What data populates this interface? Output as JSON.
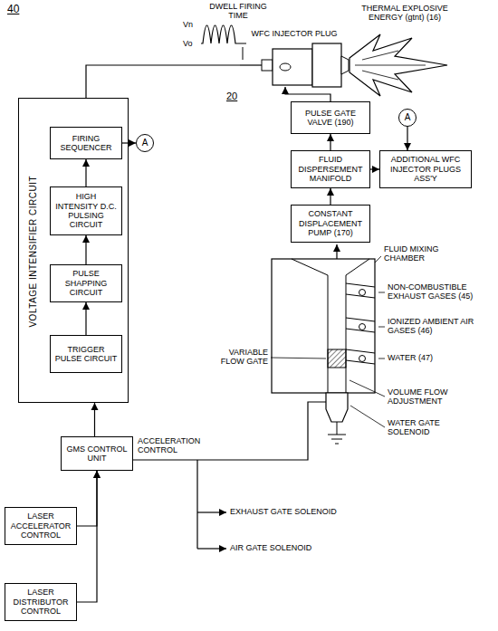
{
  "diagram": {
    "nodes": [
      {
        "text": [
          "VOLTAGE INTENSIFIER CIRCUIT"
        ]
      },
      {
        "text": [
          "FIRING SEQUENCER"
        ],
        "in": 0
      },
      {
        "text": [
          "HIGH INTENSITY D.C. PULSING CIRCUIT"
        ],
        "in": 0
      },
      {
        "text": [
          "PULSE SHAPPING CIRCUIT"
        ],
        "in": 0
      },
      {
        "text": [
          "TRIGGER PULSE CIRCUIT"
        ],
        "in": 0
      },
      {
        "text": [
          "A"
        ]
      },
      {
        "text": [
          "WFC INJECTOR PLUG"
        ]
      },
      {
        "text": [
          "PULSE GATE VALVE (190)"
        ]
      },
      {
        "text": [
          "A"
        ]
      },
      {
        "text": [
          "FLUID DISPERSEMENT MANIFOLD"
        ]
      },
      {
        "text": [
          "ADDITIONAL WFC INJECTOR PLUGS ASS'Y"
        ]
      },
      {
        "text": [
          "CONSTANT DISPLACEMENT PUMP (170)"
        ]
      },
      {
        "text": [
          "GMS CONTROL UNIT"
        ]
      },
      {
        "text": [
          "LASER ACCELERATOR CONTROL"
        ]
      },
      {
        "text": [
          "LASER DISTRIBUTOR CONTROL"
        ]
      }
    ],
    "edges": [
      {
        "from": 4,
        "to": 3,
        "arrow": "to"
      },
      {
        "from": 3,
        "to": 2,
        "arrow": "to"
      },
      {
        "from": 2,
        "to": 1,
        "arrow": "to"
      },
      {
        "from": 1,
        "to": 5,
        "arrow": "to"
      },
      {
        "from": 0,
        "to": 6,
        "arrow": "none"
      },
      {
        "from": 7,
        "to": 6,
        "arrow": "to"
      },
      {
        "from": 9,
        "to": 7,
        "arrow": "to"
      },
      {
        "from": 9,
        "to": 10,
        "arrow": "to"
      },
      {
        "from": 8,
        "to": 10,
        "arrow": "to"
      },
      {
        "from": 11,
        "to": 9,
        "arrow": "to"
      },
      {
        "from": 12,
        "to": 0,
        "arrow": "to"
      },
      {
        "from": 13,
        "to": 12,
        "arrow": "to"
      },
      {
        "from": 14,
        "to": 12,
        "arrow": "to"
      }
    ],
    "labels": [
      "40",
      "DWELL FIRING TIME",
      "Vn",
      "Vo",
      "THERMAL EXPLOSIVE ENERGY (gtnt) (16)",
      "20",
      "FLUID MIXING CHAMBER",
      "NON-COMBUSTIBLE EXHAUST GASES (45)",
      "IONIZED AMBIENT AIR GASES (46)",
      "WATER (47)",
      "VARIABLE FLOW GATE",
      "VOLUME FLOW ADJUSTMENT",
      "WATER GATE SOLENOID",
      "ACCELERATION CONTROL",
      "EXHAUST GATE SOLENOID",
      "AIR GATE SOLENOID"
    ]
  }
}
